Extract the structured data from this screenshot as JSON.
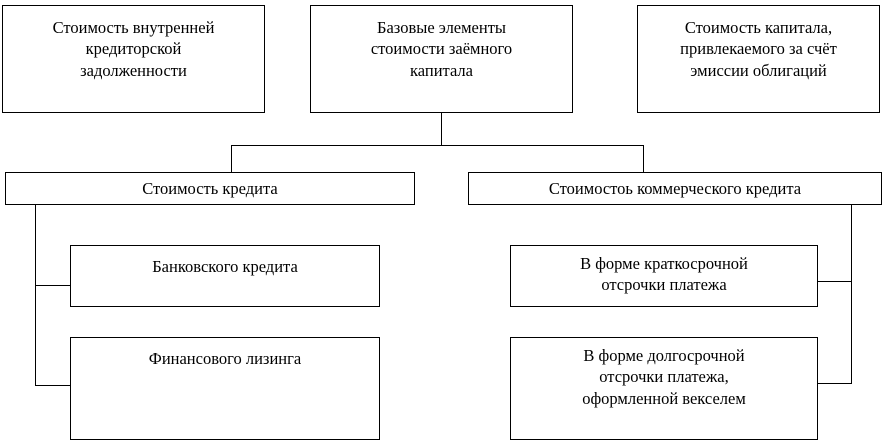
{
  "diagram": {
    "title_implicit": "Базовые элементы стоимости заёмного капитала",
    "type": "hierarchy-tree",
    "colors": {
      "background": "#ffffff",
      "box_border": "#000000",
      "text": "#000000",
      "connector": "#000000"
    },
    "nodes": {
      "internal_payables": "Стоимость внутренней\nкредиторской\nзадолженности",
      "base_elements": "Базовые элементы\nстоимости заёмного\nкапитала",
      "bond_issue": "Стоимость капитала,\nпривлекаемого за счёт\nэмиссии облигаций",
      "credit_cost": "Стоимость кредита",
      "commercial_credit_cost": "Стоимостоь коммерческого кредита",
      "bank_credit": "Банковского кредита",
      "financial_leasing": "Финансового лизинга",
      "short_term_deferral": "В форме краткосрочной\nотсрочки платежа",
      "long_term_deferral": "В форме долгосрочной\nотсрочки платежа,\nоформленной векселем"
    },
    "edges": [
      {
        "from": "base_elements",
        "to": "credit_cost"
      },
      {
        "from": "base_elements",
        "to": "commercial_credit_cost"
      },
      {
        "from": "credit_cost",
        "to": "bank_credit"
      },
      {
        "from": "credit_cost",
        "to": "financial_leasing"
      },
      {
        "from": "commercial_credit_cost",
        "to": "short_term_deferral"
      },
      {
        "from": "commercial_credit_cost",
        "to": "long_term_deferral"
      }
    ]
  }
}
